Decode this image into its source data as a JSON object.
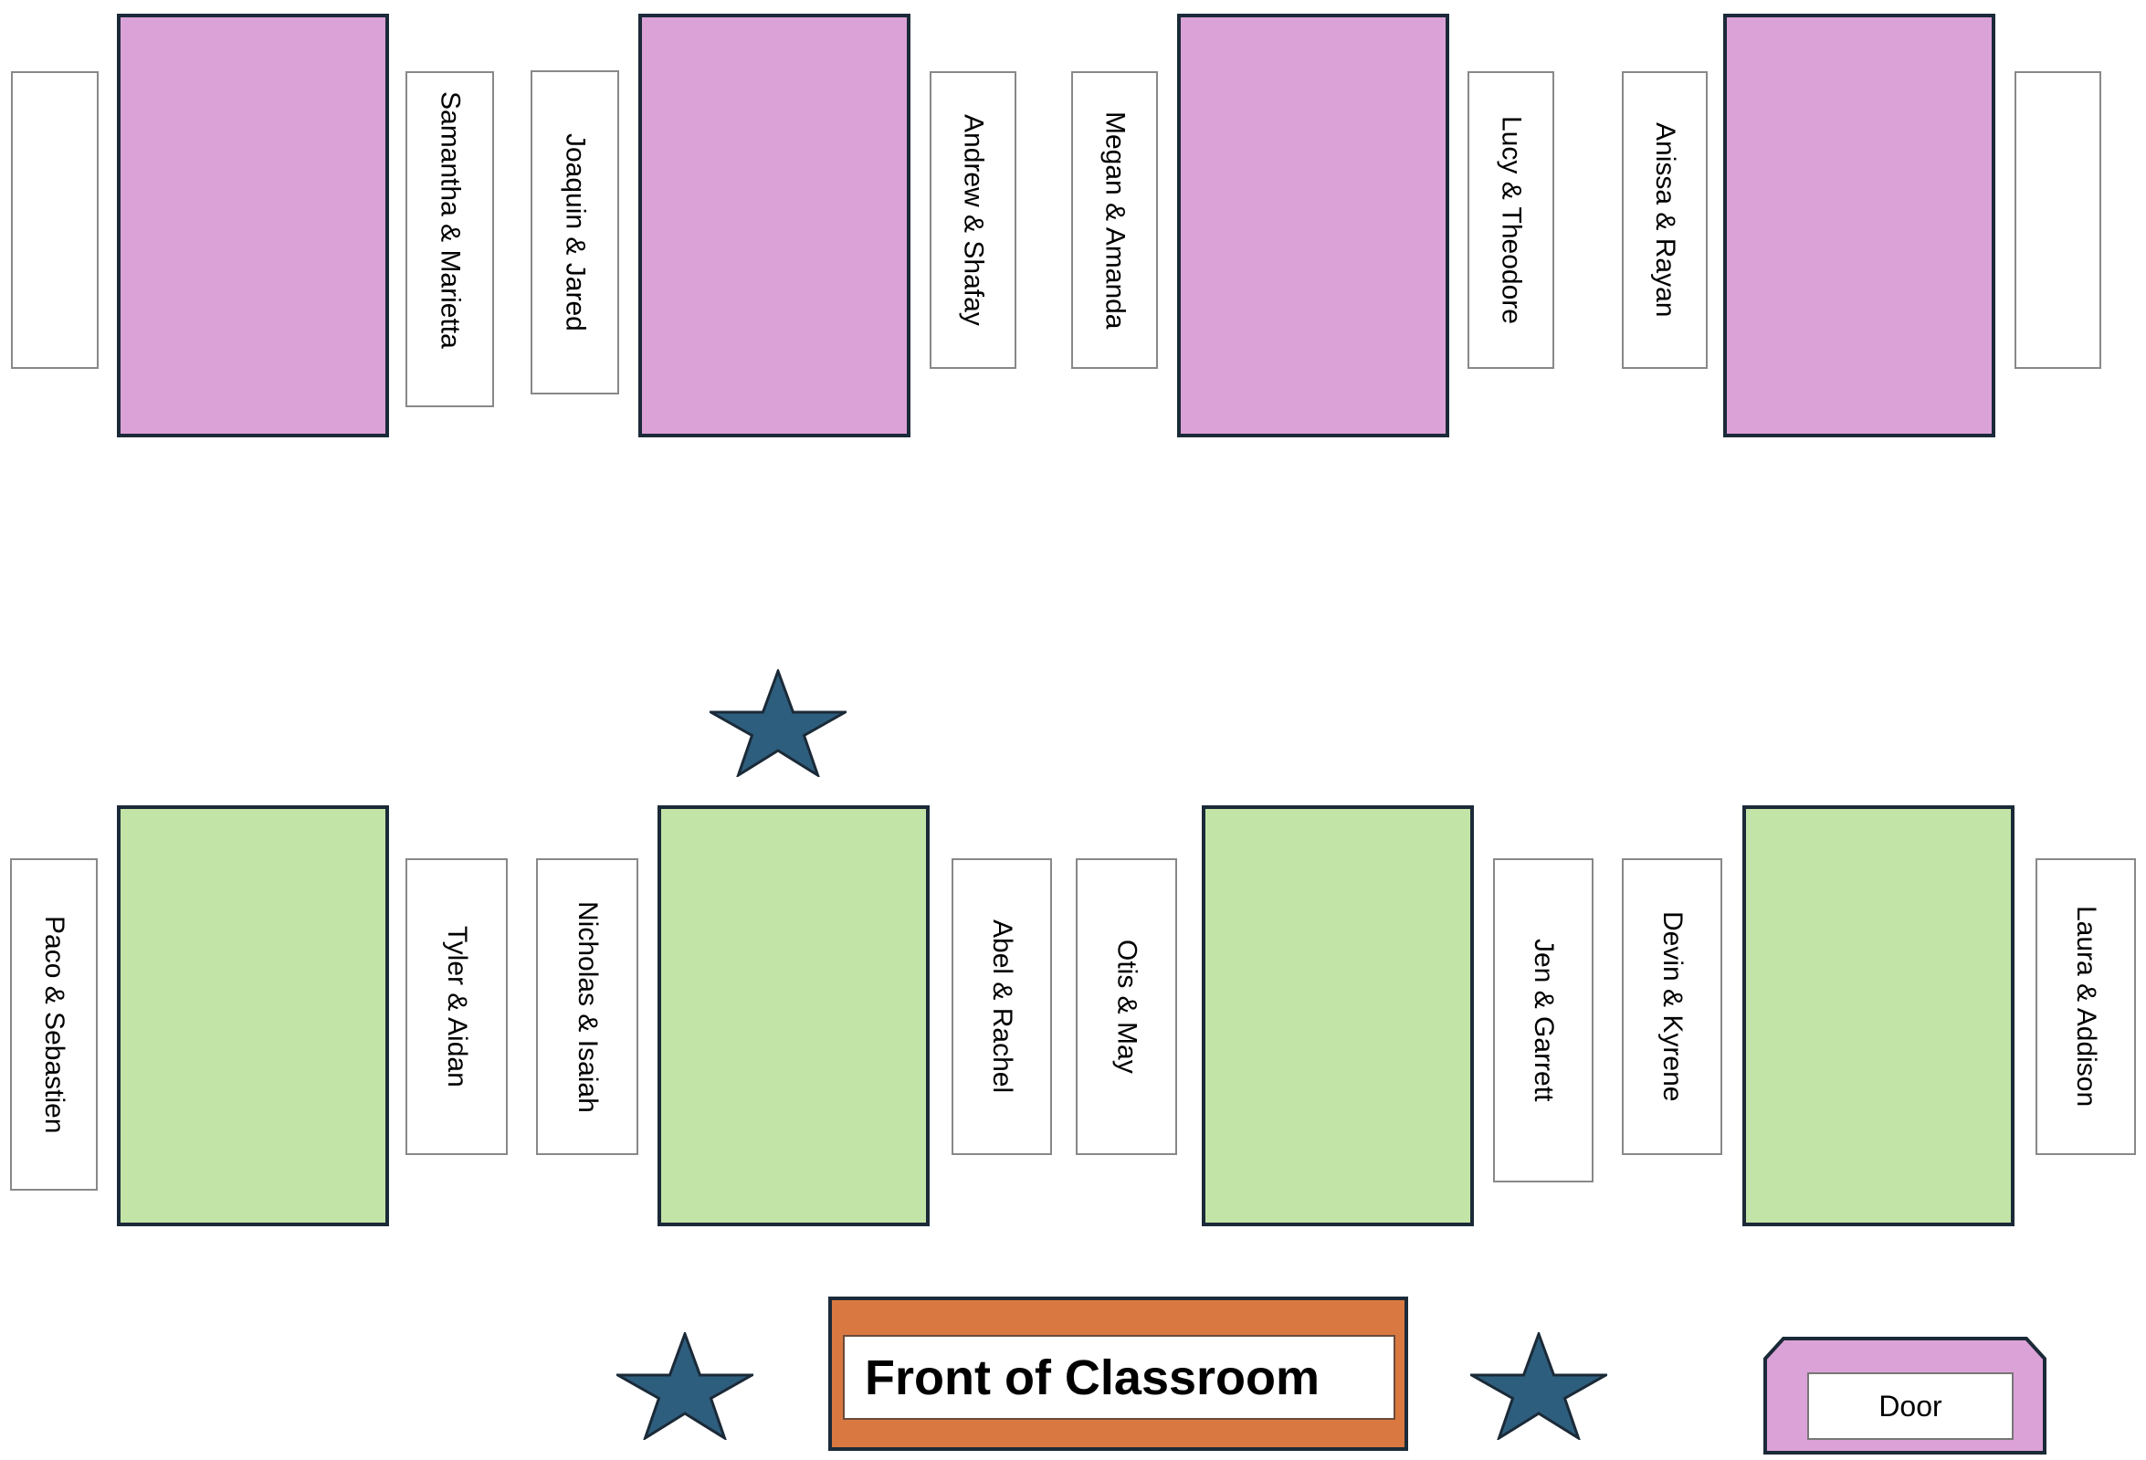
{
  "colors": {
    "back_desk": "#dba2d7",
    "front_desk": "#c2e4a6",
    "star": "#2e5e7e",
    "front_board": "#d97941",
    "outline": "#1b2a38"
  },
  "back_row": {
    "cards": [
      "",
      "Samantha & Marietta",
      "Joaquin & Jared",
      "Andrew & Shafay",
      "Megan & Amanda",
      "Lucy & Theodore",
      "Anissa & Rayan",
      ""
    ]
  },
  "front_row": {
    "cards": [
      "Paco & Sebastien",
      "Tyler & Aidan",
      "Nicholas & Isaiah",
      "Abel & Rachel",
      "Otis & May",
      "Jen & Garrett",
      "Devin & Kyrene",
      "Laura & Addison"
    ]
  },
  "front_of_room": {
    "label": "Front of Classroom"
  },
  "door": {
    "label": "Door"
  },
  "icons": {
    "star": "star-icon"
  }
}
